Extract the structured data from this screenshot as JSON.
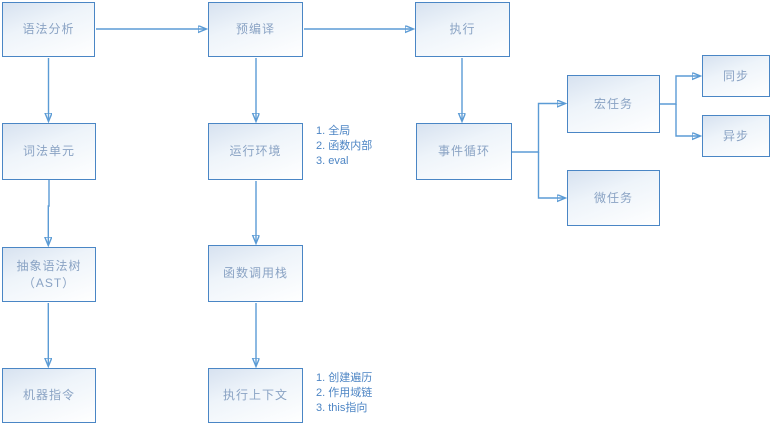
{
  "boxes": {
    "syntax_analysis": "语法分析",
    "pre_compile": "预编译",
    "execute": "执行",
    "lexical_unit": "词法单元",
    "runtime_env": "运行环境",
    "event_loop": "事件循环",
    "ast_line1": "抽象语法树",
    "ast_line2": "（AST）",
    "call_stack": "函数调用栈",
    "machine_code": "机器指令",
    "execution_context": "执行上下文",
    "macro_task": "宏任务",
    "micro_task": "微任务",
    "sync": "同步",
    "async": "异步"
  },
  "annotations": {
    "runtime_env_notes": [
      "1. 全局",
      "2. 函数内部",
      "3. eval"
    ],
    "execution_context_notes": [
      "1. 创建遍历",
      "2. 作用域链",
      "3. this指向"
    ]
  },
  "colors": {
    "box_border": "#4a86c5",
    "connector_line": "#5b9bd5",
    "arrowhead": "#3b7dc0",
    "box_label_text": "#8aa3c4",
    "note_text": "#4d85c4",
    "box_fill_top": "#d7e2f0",
    "box_fill_bottom": "#ffffff"
  }
}
